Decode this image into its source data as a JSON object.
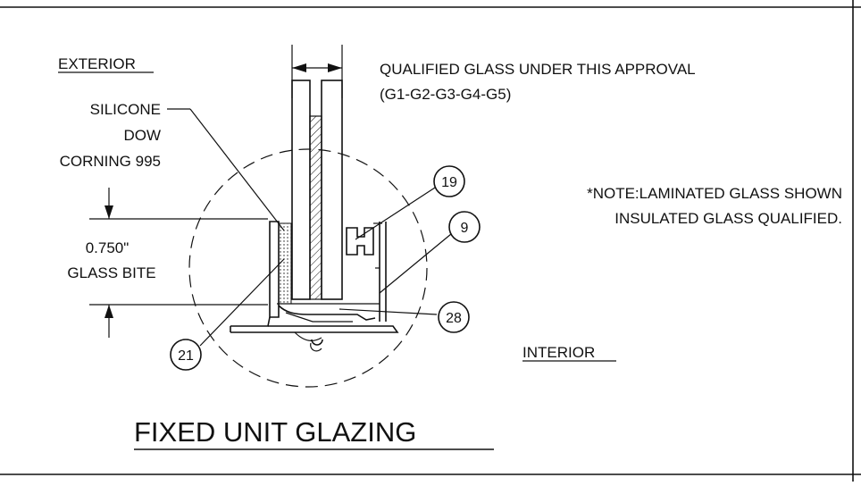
{
  "labels": {
    "exterior": "EXTERIOR",
    "interior": "INTERIOR",
    "silicone_line1": "SILICONE",
    "silicone_line2": "DOW",
    "silicone_line3": "CORNING 995",
    "bite_value": "0.750\"",
    "bite_label": "GLASS BITE",
    "qualified_line1": "QUALIFIED GLASS UNDER THIS APPROVAL",
    "qualified_line2": "(G1-G2-G3-G4-G5)",
    "note_line1": "*NOTE:LAMINATED GLASS SHOWN",
    "note_line2": "INSULATED GLASS QUALIFIED.",
    "title": "FIXED UNIT GLAZING"
  },
  "callouts": {
    "c19": "19",
    "c9": "9",
    "c28": "28",
    "c21": "21"
  }
}
